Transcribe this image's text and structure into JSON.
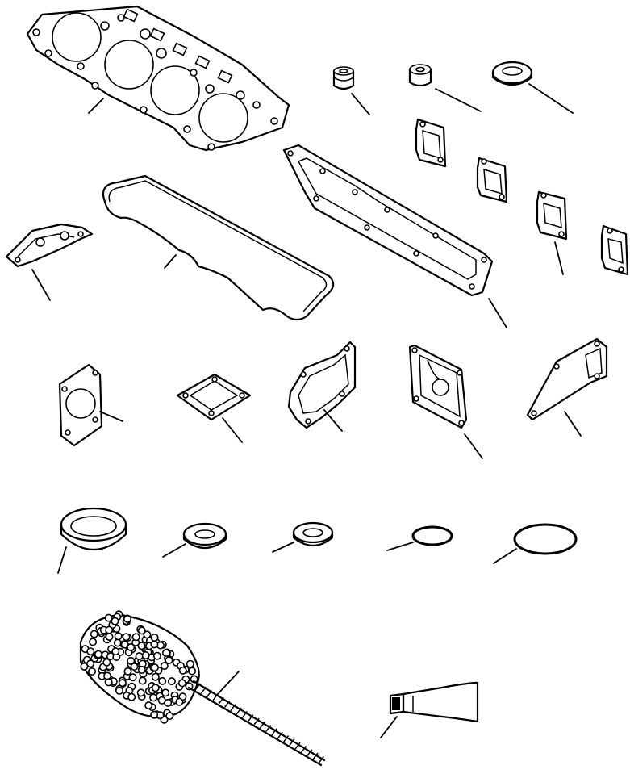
{
  "diagram": {
    "background": "#ffffff",
    "line_color": "#000000",
    "parts": [
      {
        "name": "cylinder-head-gasket"
      },
      {
        "name": "valve-stem-seal"
      },
      {
        "name": "spacer-bushing"
      },
      {
        "name": "seal-washer"
      },
      {
        "name": "small-flange-gasket-1"
      },
      {
        "name": "small-flange-gasket-2"
      },
      {
        "name": "small-flange-gasket-3"
      },
      {
        "name": "small-flange-gasket-4"
      },
      {
        "name": "manifold-gasket"
      },
      {
        "name": "valve-cover-gasket"
      },
      {
        "name": "cover-plate-gasket"
      },
      {
        "name": "thermostat-gasket"
      },
      {
        "name": "square-flange-gasket"
      },
      {
        "name": "water-outlet-gasket"
      },
      {
        "name": "pump-cover-gasket"
      },
      {
        "name": "side-cover-gasket"
      },
      {
        "name": "large-flat-seal"
      },
      {
        "name": "medium-flat-seal"
      },
      {
        "name": "small-flat-seal"
      },
      {
        "name": "small-o-ring"
      },
      {
        "name": "large-o-ring"
      },
      {
        "name": "cylinder-hone-brush"
      },
      {
        "name": "sealant-tube"
      }
    ]
  }
}
